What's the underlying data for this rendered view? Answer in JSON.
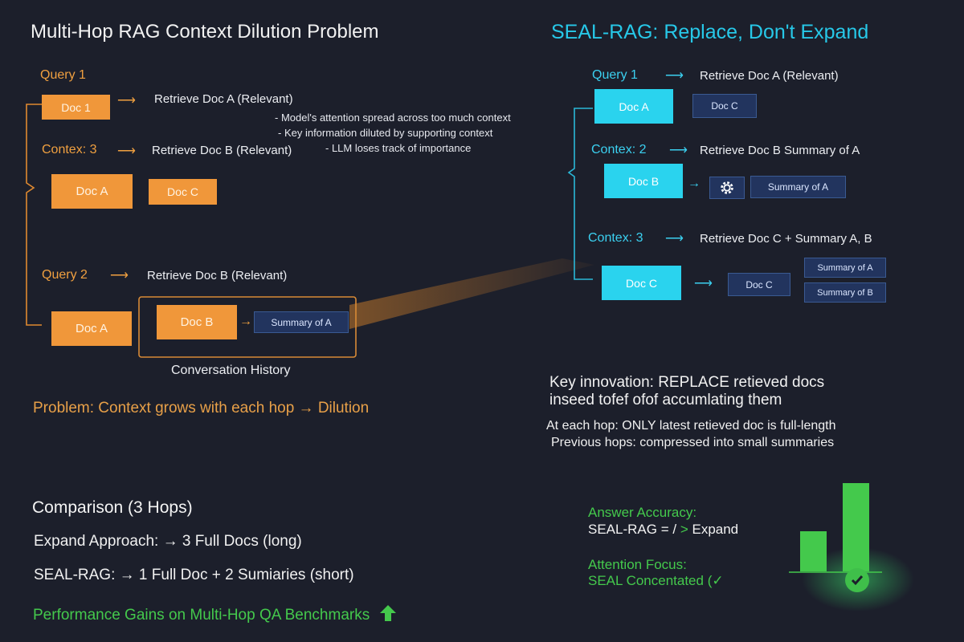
{
  "left": {
    "title": "Multi-Hop RAG Context Dilution Problem",
    "query1": "Query 1",
    "doc1": "Doc 1",
    "retrieve_a": "Retrieve Doc A (Relevant)",
    "note1": "- Model's attention spread across too much context",
    "note2": "- Key information diluted by supporting context",
    "note3": "- LLM loses track of importance",
    "context3": "Contex: 3",
    "retrieve_b1": "Retrieve Doc B (Relevant)",
    "docA": "Doc A",
    "docC": "Doc C",
    "query2": "Query 2",
    "retrieve_b2": "Retrieve Doc B (Relevant)",
    "docA2": "Doc A",
    "docB": "Doc B",
    "summaryA": "Summary of A",
    "history": "Conversation History",
    "problem": "Problem: Context grows with each hop → Dilution"
  },
  "right": {
    "title": "SEAL-RAG: Replace, Don't Expand",
    "query1": "Query 1",
    "retrieve_a": "Retrieve Doc A (Relevant)",
    "docA": "Doc A",
    "docC": "Doc C",
    "context2": "Contex: 2",
    "retrieve_b": "Retrieve Doc B Summary of A",
    "docB": "Doc B",
    "gear_icon": "gear-icon",
    "summaryA": "Summary of A",
    "context3": "Contex: 3",
    "retrieve_c": "Retrieve Doc C + Summary A, B",
    "docC2": "Doc C",
    "docC3": "Doc C",
    "summaryA2": "Summary of A",
    "summaryB": "Summary of B",
    "key1": "Key innovation: REPLACE retieved docs",
    "key2": "inseed tofef ofof accumlating them",
    "hop1": "At each hop: ONLY latest retieved doc is full-length",
    "hop2": "Previous hops: compressed into small summaries"
  },
  "comparison": {
    "title": "Comparison (3 Hops)",
    "expand": "Expand Approach: → 3 Full Docs (long)",
    "seal": "SEAL-RAG: → 1 Full Doc + 2 Sumiaries (short)",
    "gains": "Performance Gains on Multi-Hop QA Benchmarks"
  },
  "metrics": {
    "accuracy_label": "Answer Accuracy:",
    "accuracy_value_prefix": "SEAL-RAG = /",
    "accuracy_gt": ">",
    "accuracy_value_suffix": "Expand",
    "focus_label": "Attention Focus:",
    "focus_value": "SEAL Concentated (✓"
  },
  "chart_data": {
    "type": "bar",
    "categories": [
      "",
      ""
    ],
    "values": [
      50,
      110
    ],
    "title": "",
    "xlabel": "",
    "ylabel": ""
  },
  "colors": {
    "background": "#1c1f2b",
    "orange": "#f0973a",
    "cyan": "#2ad3ee",
    "navy": "#22345e",
    "green": "#44c94c"
  }
}
